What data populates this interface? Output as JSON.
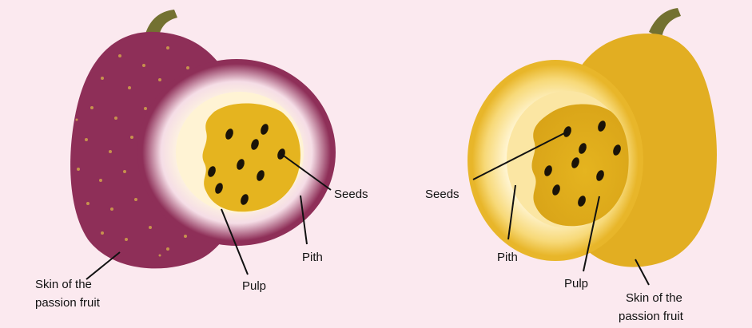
{
  "labels": {
    "purple": {
      "seeds": "Seeds",
      "pith": "Pith",
      "pulp": "Pulp",
      "skin_line1": "Skin of the",
      "skin_line2": "passion fruit"
    },
    "yellow": {
      "seeds": "Seeds",
      "pith": "Pith",
      "pulp": "Pulp",
      "skin_line1": "Skin of the",
      "skin_line2": "passion fruit"
    }
  },
  "colors": {
    "background": "#fbe9ef",
    "purple_skin": "#8e2f58",
    "purple_speckle": "#c7914e",
    "yellow_skin": "#e2ae22",
    "pith_light": "#fff7dc",
    "pulp": "#e5b41f",
    "seed": "#1a1308",
    "stem": "#737131"
  }
}
